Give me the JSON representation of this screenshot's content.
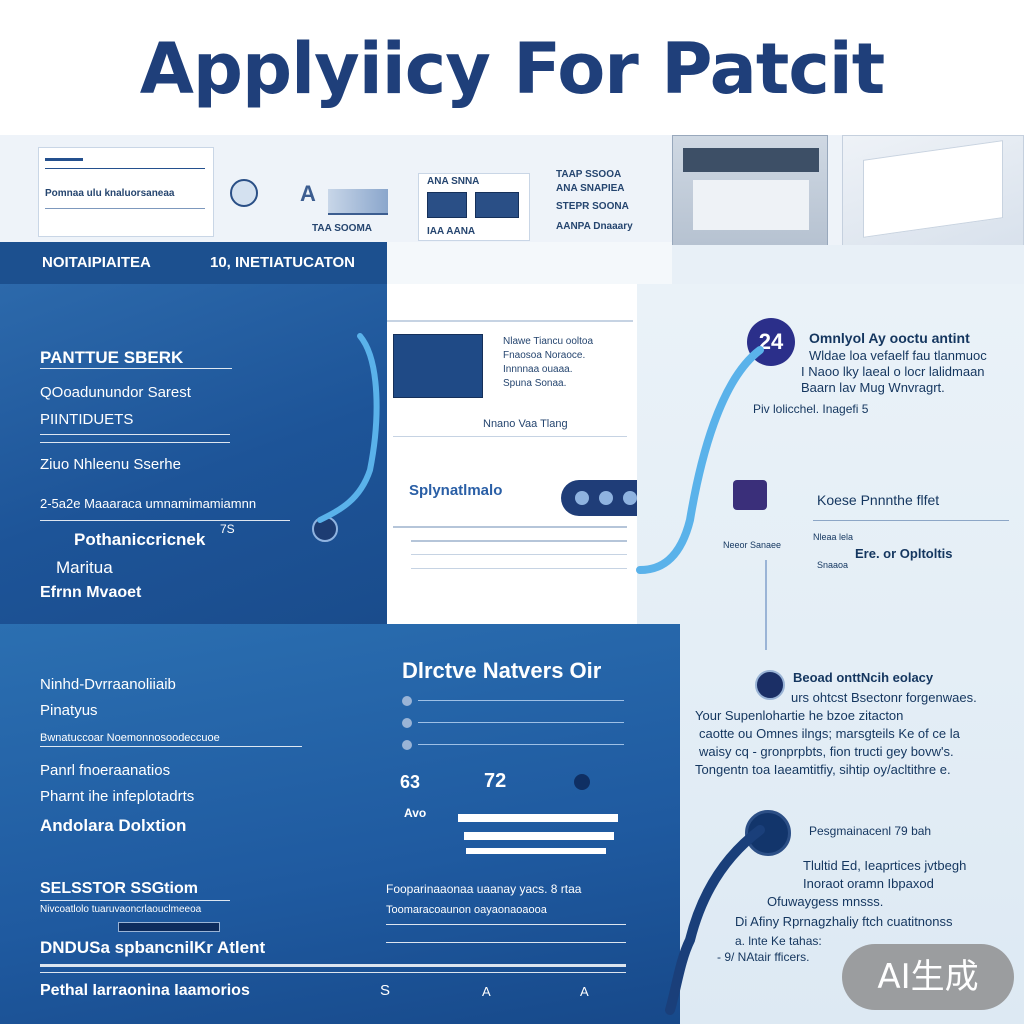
{
  "title": "Applyiicy For Patcit",
  "top_strip": {
    "card1_line": "Pomnaa ulu knaluorsaneaa",
    "card2_line": "A",
    "card2_caption": "TAA  SOOMA",
    "card3_title": "ANA SNNA",
    "card3_caption": "IAA  AANA",
    "card4_lines": [
      "TAAP SSOOA",
      "ANA SNAPIEA",
      "STEPR SOONA",
      "AANPA Dnaaary"
    ]
  },
  "header": {
    "left": "NOITAIPIAITEA",
    "right": "10, INETIATUCATON"
  },
  "left_top": {
    "heading": "PANTTUE SBERK",
    "items": [
      "QOoadunundor Sarest",
      "PIINTIDUETS",
      "Ziuo Nhleenu Sserhe",
      "2-5a2e Maaaraca umnamimamiamnn",
      "Pothaniccricnek",
      "Maritua",
      "Efrnn Mvaoet"
    ],
    "badge": "7S"
  },
  "center_doc": {
    "title": "Nnano Vaa Tlang",
    "header_lines": [
      "Nlawe Tiancu ooltoa",
      "Fnaosoa Noraoce.",
      "Innnnaa ouaaa.",
      "Spuna Sonaa."
    ],
    "chip_text": "Splynatlmalo"
  },
  "right_panel": {
    "step_number": "24",
    "step1": {
      "title": "Omnlyol Ay ooctu antint",
      "lines": [
        "Wldae loa vefaelf fau tlanmuoc",
        "I Naoo lky laeal o locr lalidmaan",
        "Baarn lav Mug Wnvragrt."
      ],
      "note": "Piv lolicchel. Inagefi 5"
    },
    "step2": {
      "title": "Koese Pnnnthe flfet",
      "sub": "Ere. or Opltoltis",
      "captions": [
        "Neeor Sanaee",
        "Nleaa lela",
        "Snaaoa"
      ]
    },
    "step3": {
      "title": "Beoad onttNcih eolacy",
      "lines": [
        "urs ohtcst Bsectonr forgenwaes.",
        "Your Supenlohartie he bzoe zitacton",
        "caotte ou Omnes ilngs; marsgteils Ke of ce la",
        "waisy cq - gronprpbts, fion tructi gey bovw's.",
        "Tongentn toa Iaeamtitfiy, sihtip oy/acltithre e."
      ]
    },
    "step4": {
      "title": "Pesgmainacenl 79 bah",
      "lines": [
        "Tlultid Ed, Ieaprtices jvtbegh",
        "Inoraot oramn Ibpaxod",
        "Ofuwaygess mnsss.",
        "Di Afiny Rprnagzhaliy ftch cuatitnonss",
        "a. lnte Ke tahas:",
        "- 9/ NAtair fficers."
      ]
    }
  },
  "left_bottom": {
    "items": [
      "Ninhd-Dvrraanoliiaib",
      "Pinatyus",
      "Bwnatuccoar Noemonnosoodeccuoe",
      "Panrl fnoeraanatios",
      "Pharnt ihe infeplotadrts",
      "Andolara Dolxtion"
    ],
    "section_heading": "SELSSTOR SSGtiom",
    "section_line": "Nivcoatlolo tuaruvaoncrlaouclmeeoa",
    "section_sub": "DNDUSa spbancnilKr Atlent",
    "footer": "Pethal Iarraonina Iaamorios",
    "table_title": "Dlrctve Natvers Oir",
    "stats": [
      "63",
      "72",
      "Avo"
    ],
    "table_caption": "Fooparinaaonaa uaanay yacs. 8 rtaa",
    "table_sub": "Toomaracoaunon oayaonaoaooa",
    "footer_marks": [
      "S",
      "A",
      "A"
    ]
  },
  "watermark": "AI生成"
}
